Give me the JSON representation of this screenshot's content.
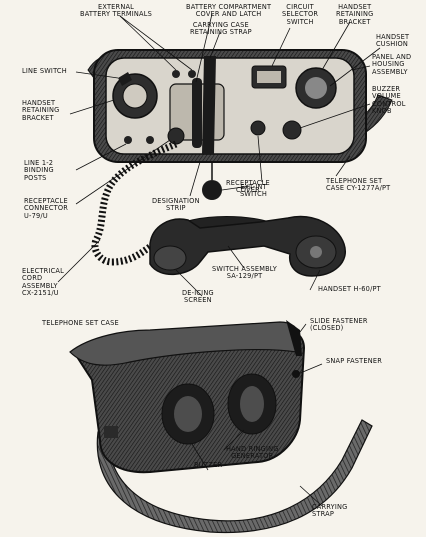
{
  "colors": {
    "ink": "#111111",
    "paper": "#f6f3ec",
    "metal": "#2a2a2a",
    "case": "#3a3a3a"
  },
  "labels": {
    "external_battery_terminals": "EXTERNAL\nBATTERY TERMINALS",
    "battery_compartment_cover": "BATTERY COMPARTMENT\nCOVER AND LATCH",
    "carrying_case_retaining_strap": "CARRYING CASE\nRETAINING STRAP",
    "circuit_selector_switch": "CIRCUIT\nSELECTOR\nSWITCH",
    "handset_retaining_bracket_right": "HANDSET\nRETAINING\nBRACKET",
    "handset_cushion": "HANDSET\nCUSHION",
    "panel_and_housing_assembly": "PANEL AND\nHOUSING\nASSEMBLY",
    "buzzer_volume_control_knob": "BUZZER\nVOLUME\nCONTROL\nKNOB",
    "line_switch": "LINE SWITCH",
    "handset_retaining_bracket_left": "HANDSET\nRETAINING\nBRACKET",
    "line_binding_posts": "LINE 1-2\nBINDING\nPOSTS",
    "receptacle_connector": "RECEPTACLE\nCONNECTOR\nU-79/U",
    "designation_strip": "DESIGNATION\nSTRIP",
    "receptacle_cover": "RECEPTACLE\nCOVER",
    "ext_int_switch": "EXT-INT\nSWITCH",
    "telephone_set_case_cy": "TELEPHONE SET\nCASE CY-1277A/PT",
    "switch_assembly": "SWITCH ASSEMBLY\nSA-129/PT",
    "electrical_cord_assembly": "ELECTRICAL\nCORD\nASSEMBLY\nCX-2151/U",
    "de_icing_screen": "DE-ICING\nSCREEN",
    "handset": "HANDSET H-60/PT",
    "telephone_set_case": "TELEPHONE SET CASE",
    "slide_fastener": "SLIDE FASTENER\n(CLOSED)",
    "snap_fastener": "SNAP FASTENER",
    "hand_ringing_generator": "HAND RINGING\nGENERATOR",
    "buzzer": "BUZZER",
    "carrying_strap": "CARRYING\nSTRAP"
  }
}
